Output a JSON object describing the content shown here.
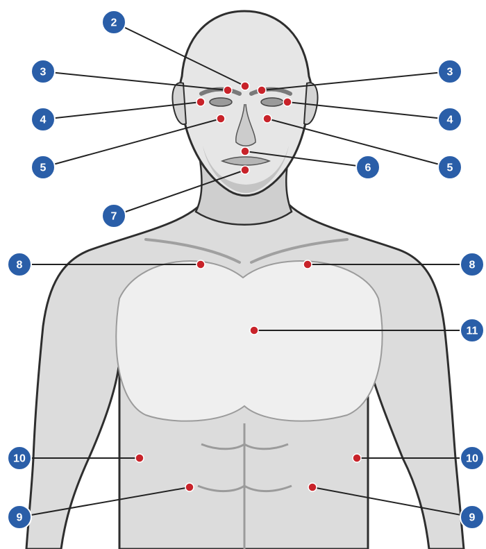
{
  "figure": {
    "colors": {
      "badge_fill": "#2a5ea8",
      "badge_stroke": "#ffffff",
      "point_fill": "#c8232a",
      "point_stroke": "#ffffff",
      "leader_line": "#222222",
      "skin_light": "#f2f2f2",
      "skin_mid": "#c9c9c9",
      "skin_dark": "#8e8e8e",
      "outline": "#2e2e2e"
    },
    "markers": [
      {
        "id": "m2",
        "label": "2"
      },
      {
        "id": "m3l",
        "label": "3"
      },
      {
        "id": "m3r",
        "label": "3"
      },
      {
        "id": "m4l",
        "label": "4"
      },
      {
        "id": "m4r",
        "label": "4"
      },
      {
        "id": "m5l",
        "label": "5"
      },
      {
        "id": "m5r",
        "label": "5"
      },
      {
        "id": "m6",
        "label": "6"
      },
      {
        "id": "m7",
        "label": "7"
      },
      {
        "id": "m8l",
        "label": "8"
      },
      {
        "id": "m8r",
        "label": "8"
      },
      {
        "id": "m11",
        "label": "11"
      },
      {
        "id": "m10l",
        "label": "10"
      },
      {
        "id": "m10r",
        "label": "10"
      },
      {
        "id": "m9l",
        "label": "9"
      },
      {
        "id": "m9r",
        "label": "9"
      }
    ]
  }
}
